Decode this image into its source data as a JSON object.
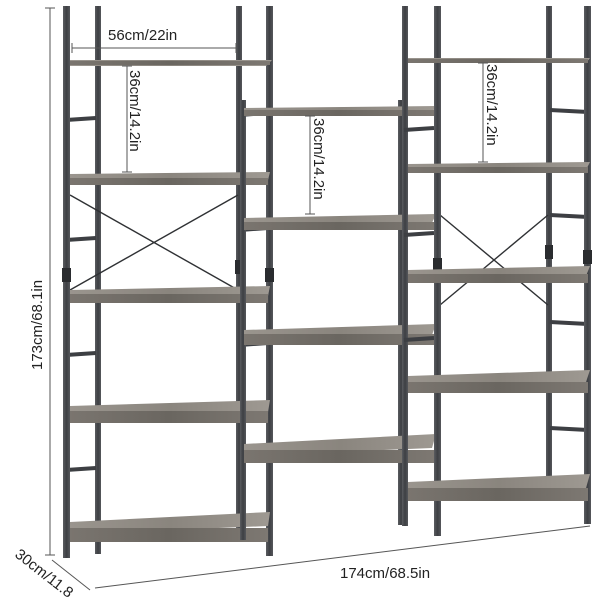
{
  "product": "triple wide bookshelf",
  "dimensions": {
    "shelf_width": "56cm/22in",
    "gap_left": "36cm/14.2in",
    "gap_middle": "36cm/14.2in",
    "gap_right": "36cm/14.2in",
    "height": "173cm/68.1in",
    "depth": "30cm/11.8",
    "total_width": "174cm/68.5in"
  },
  "colors": {
    "frame": "#4a4c4f",
    "frame_dark": "#2f3134",
    "shelf_top": "#8f8a83",
    "shelf_front": "#6e6a64",
    "dimension_line": "#555555"
  }
}
